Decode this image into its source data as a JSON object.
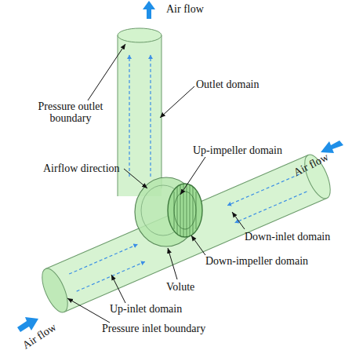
{
  "diagram": {
    "labels": [
      "Air flow",
      "Outlet domain",
      "Pressure outlet boundary",
      "Up-impeller domain",
      "Airflow direction",
      "Air flow",
      "Down-inlet domain",
      "Down-impeller domain",
      "Volute",
      "Up-inlet domain",
      "Air flow",
      "Pressure inlet boundary"
    ]
  }
}
